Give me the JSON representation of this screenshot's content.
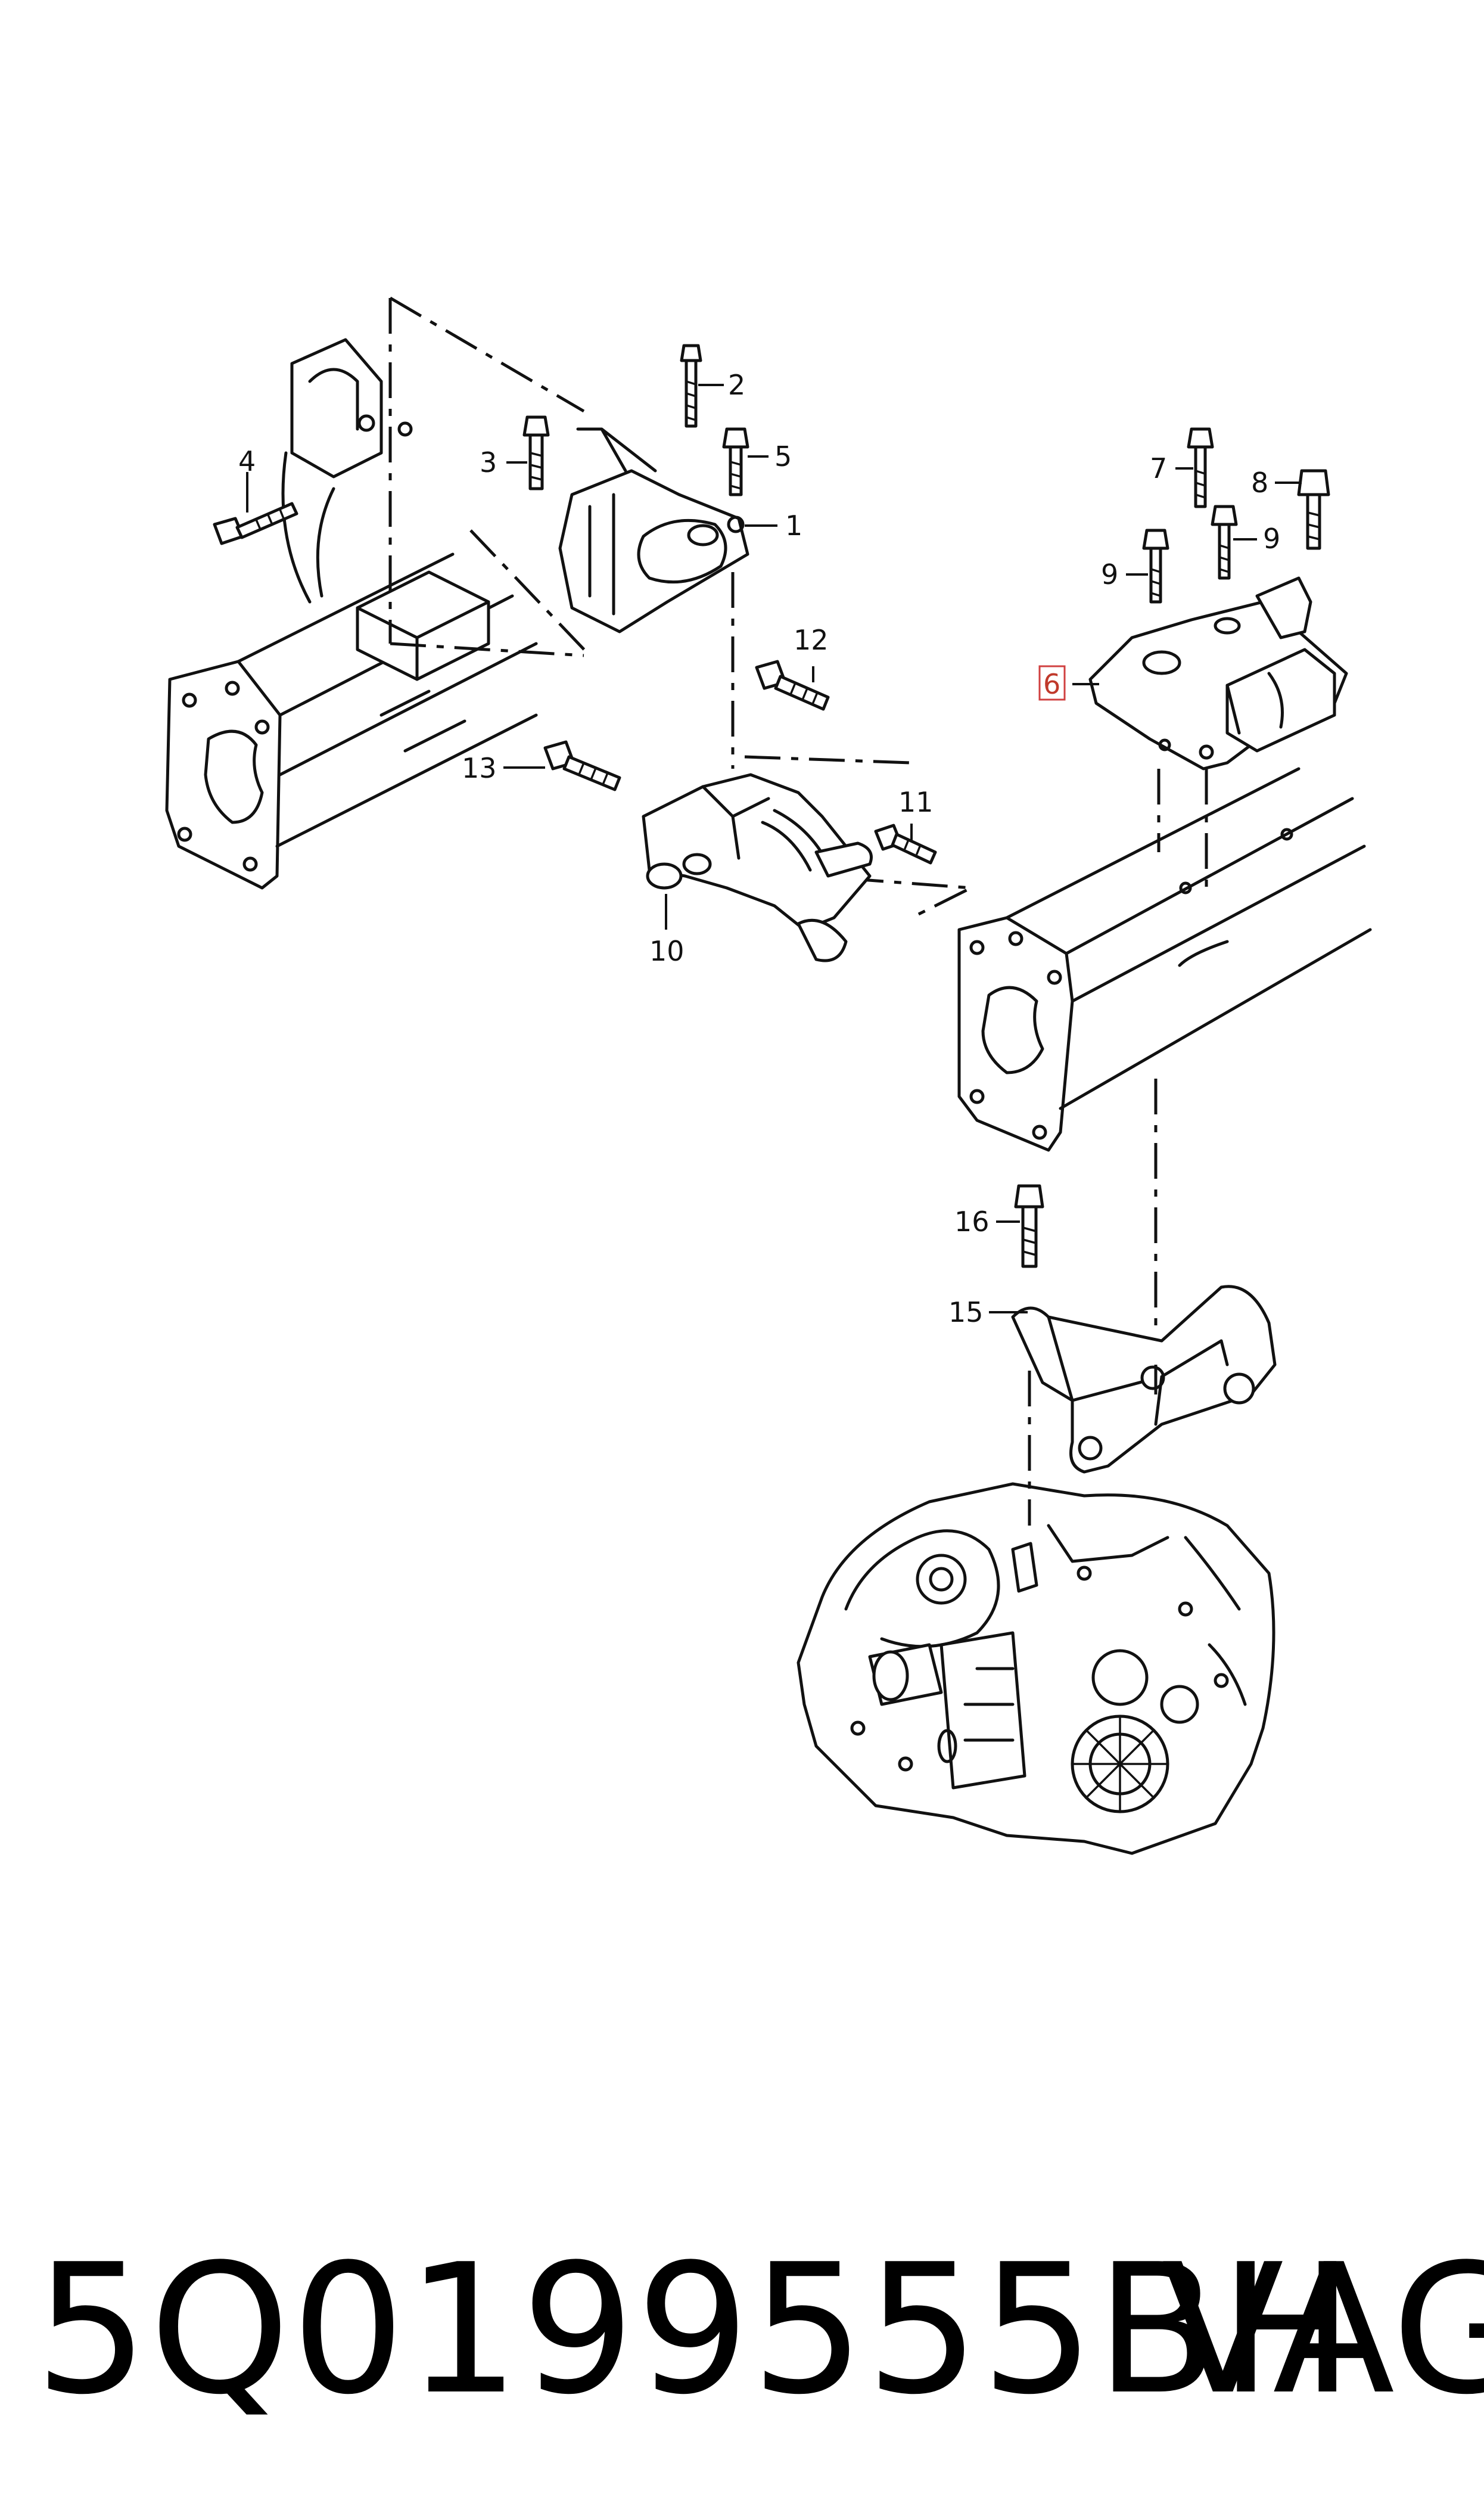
{
  "callouts": {
    "c1": "1",
    "c2": "2",
    "c3": "3",
    "c4": "4",
    "c5": "5",
    "c6": "6",
    "c7": "7",
    "c8": "8",
    "c9a": "9",
    "c9b": "9",
    "c10": "10",
    "c11": "11",
    "c12": "12",
    "c13": "13",
    "c15": "15",
    "c16": "16"
  },
  "highlighted_callout": "6",
  "colors": {
    "line": "#111111",
    "highlight": "#d04040",
    "background": "#ffffff"
  },
  "footer": {
    "part_number": "5Q0199555BH",
    "brand": "VAG"
  }
}
